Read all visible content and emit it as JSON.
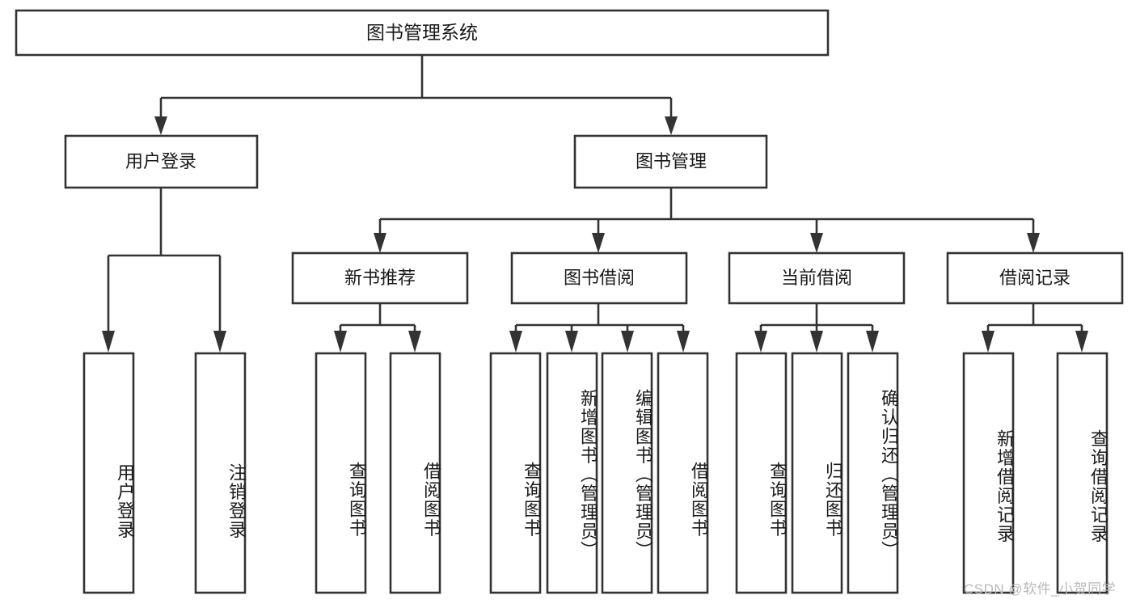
{
  "diagram": {
    "type": "tree-hierarchy",
    "title_node": {
      "id": "root",
      "label": "图书管理系统"
    },
    "level2": [
      {
        "id": "user-login",
        "label": "用户登录"
      },
      {
        "id": "book-manage",
        "label": "图书管理"
      }
    ],
    "level3": [
      {
        "id": "new-book-rec",
        "label": "新书推荐",
        "parent": "book-manage"
      },
      {
        "id": "book-borrow",
        "label": "图书借阅",
        "parent": "book-manage"
      },
      {
        "id": "current-borrow",
        "label": "当前借阅",
        "parent": "book-manage"
      },
      {
        "id": "borrow-record",
        "label": "借阅记录",
        "parent": "book-manage"
      }
    ],
    "leaves": [
      {
        "id": "leaf-user-login",
        "label": "用户登录",
        "parent": "user-login"
      },
      {
        "id": "leaf-logout-login",
        "label": "注销登录",
        "parent": "user-login"
      },
      {
        "id": "leaf-query-book-1",
        "label": "查询图书",
        "parent": "new-book-rec"
      },
      {
        "id": "leaf-borrow-book-1",
        "label": "借阅图书",
        "parent": "new-book-rec"
      },
      {
        "id": "leaf-query-book-2",
        "label": "查询图书",
        "parent": "book-borrow"
      },
      {
        "id": "leaf-add-book",
        "label": "新增图书（管理员）",
        "parent": "book-borrow"
      },
      {
        "id": "leaf-edit-book",
        "label": "编辑图书（管理员）",
        "parent": "book-borrow"
      },
      {
        "id": "leaf-borrow-book-2",
        "label": "借阅图书",
        "parent": "book-borrow"
      },
      {
        "id": "leaf-query-book-3",
        "label": "查询图书",
        "parent": "current-borrow"
      },
      {
        "id": "leaf-return-book",
        "label": "归还图书",
        "parent": "current-borrow"
      },
      {
        "id": "leaf-confirm-return",
        "label": "确认归还（管理员）",
        "parent": "current-borrow"
      },
      {
        "id": "leaf-add-record",
        "label": "新增借阅记录",
        "parent": "borrow-record"
      },
      {
        "id": "leaf-query-record",
        "label": "查询借阅记录",
        "parent": "borrow-record"
      }
    ],
    "watermark": "CSDN @软件_小贺同学",
    "colors": {
      "stroke": "#333333",
      "fill": "#ffffff",
      "text": "#1a1a1a",
      "watermark": "#b9b9b9"
    }
  }
}
